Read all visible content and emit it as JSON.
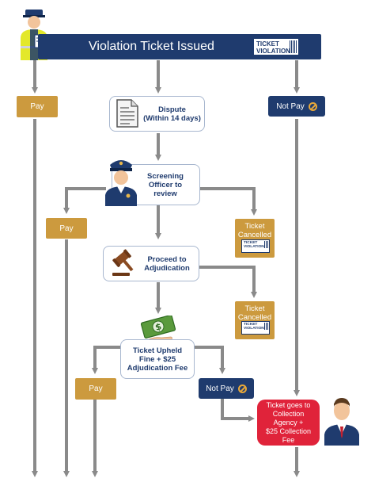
{
  "banner": {
    "title": "Violation Ticket Issued",
    "ticket_line1": "TICKET",
    "ticket_line2": "VIOLATION"
  },
  "nodes": {
    "pay_1": "Pay",
    "dispute_line1": "Dispute",
    "dispute_line2": "(Within 14 days)",
    "not_pay_1": "Not Pay",
    "screening_line1": "Screening",
    "screening_line2": "Officer to",
    "screening_line3": "review",
    "pay_2": "Pay",
    "cancelled_1_line1": "Ticket",
    "cancelled_1_line2": "Cancelled",
    "adjudication_line1": "Proceed to",
    "adjudication_line2": "Adjudication",
    "cancelled_2_line1": "Ticket",
    "cancelled_2_line2": "Cancelled",
    "upheld_line1": "Ticket Upheld",
    "upheld_line2": "Fine + $25",
    "upheld_line3": "Adjudication Fee",
    "pay_3": "Pay",
    "not_pay_2": "Not Pay",
    "collection_line1": "Ticket goes to",
    "collection_line2": "Collection",
    "collection_line3": "Agency +",
    "collection_line4": "$25 Collection",
    "collection_line5": "Fee",
    "mini_ticket_line1": "TICKET",
    "mini_ticket_line2": "VIOLATION"
  },
  "icons": {
    "banner_figure": "traffic-officer-icon",
    "banner_ticket": "ticket-violation-icon",
    "dispute": "document-icon",
    "screening": "police-officer-icon",
    "adjudication": "gavel-icon",
    "upheld": "money-hand-icon",
    "collection": "businessman-icon",
    "not_pay": "prohibited-icon"
  },
  "colors": {
    "navy": "#1f3b6e",
    "gold": "#cc9a3e",
    "red": "#e0233a",
    "arrow": "#8a8a8a",
    "warning": "#e8a83a"
  }
}
